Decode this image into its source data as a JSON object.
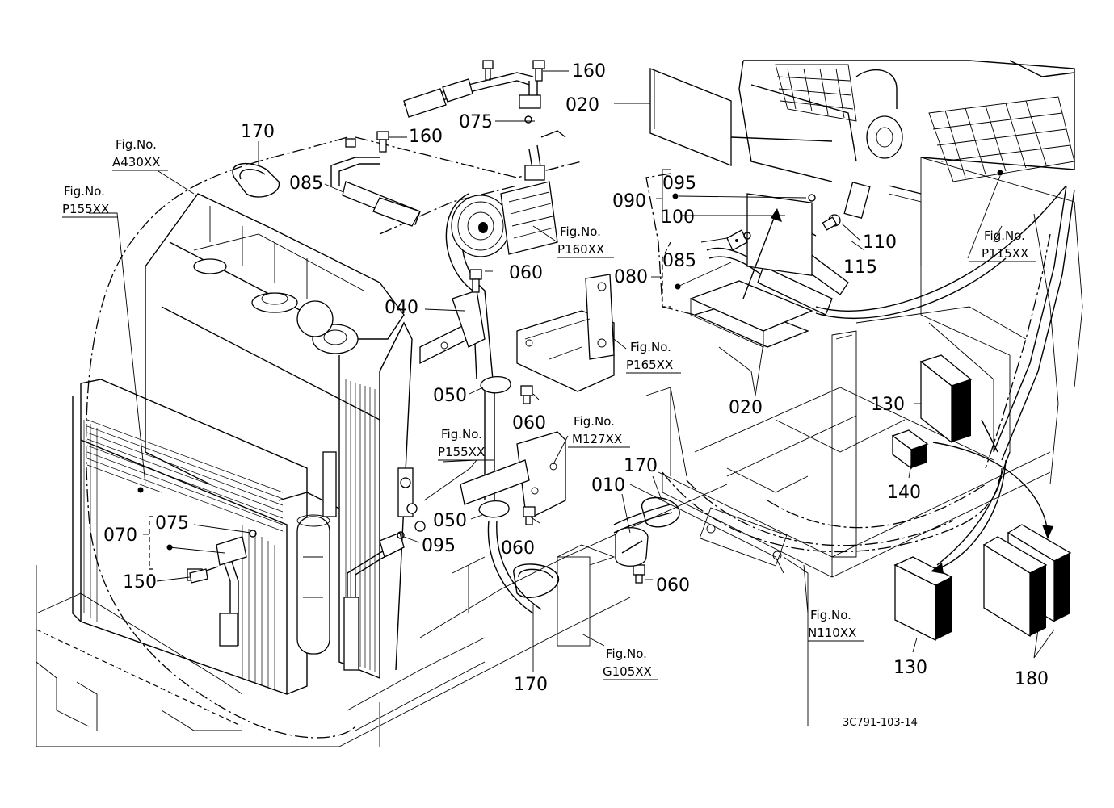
{
  "drawing_code": "3C791-103-14",
  "fig_prefix": "Fig.No.",
  "figure_refs": {
    "a430": "A430XX",
    "p155_left": "P155XX",
    "p155_mid": "P155XX",
    "p160": "P160XX",
    "p165": "P165XX",
    "m127": "M127XX",
    "g105": "G105XX",
    "n110": "N110XX",
    "p115": "P115XX"
  },
  "part_labels": {
    "p160_top": "160",
    "p160_mid": "160",
    "p075_top": "075",
    "p020_top": "020",
    "p170_top": "170",
    "p085_left": "085",
    "p095_right": "095",
    "p090": "090",
    "p100": "100",
    "p110": "110",
    "p115": "115",
    "p085_right": "085",
    "p080": "080",
    "p060_a": "060",
    "p040": "040",
    "p050_a": "050",
    "p060_b": "060",
    "p020_bottom": "020",
    "p130_a": "130",
    "p140": "140",
    "p170_right": "170",
    "p010": "010",
    "p050_b": "050",
    "p060_c": "060",
    "p060_d": "060",
    "p070": "070",
    "p075_left": "075",
    "p095_left": "095",
    "p150": "150",
    "p170_bottom": "170",
    "p130_b": "130",
    "p180": "180"
  }
}
